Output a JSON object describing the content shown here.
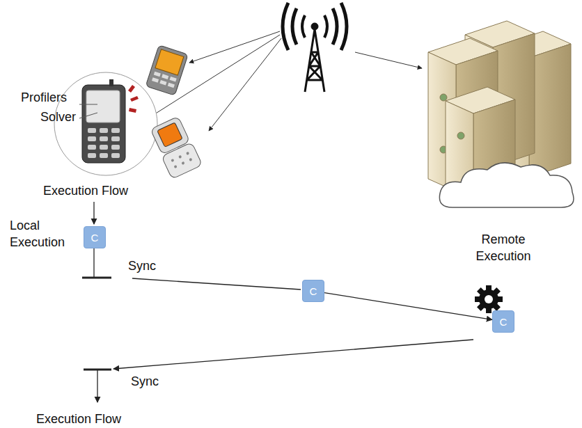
{
  "diagram": {
    "nodes": [
      {
        "text": [
          "C"
        ]
      },
      {
        "text": [
          "C"
        ]
      },
      {
        "text": [
          "C"
        ]
      }
    ],
    "edges": [
      {
        "from": 1,
        "to": 2,
        "arrow": "to"
      }
    ],
    "labels": [
      "Profilers",
      "Solver",
      "Execution Flow",
      "Local Execution",
      "Sync",
      "Remote Execution",
      "Sync",
      "Execution Flow"
    ]
  }
}
